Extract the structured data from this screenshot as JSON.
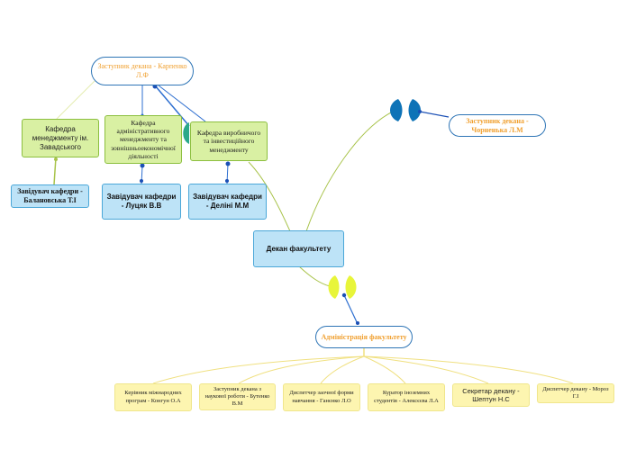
{
  "nodes": {
    "dean": "Декан факультету",
    "deputy_karpenko": "Заступник декана - Карпенко Л.Ф",
    "deputy_chornenka": "Заступник декана - Чорненька Л.М",
    "administration": "Адміністрація факультету",
    "dept_management": "Кафедра менеджменту ім. Завадського",
    "dept_admin": "Кафедра адміністративного менеджменту та зовнішньоекономічної діяльності",
    "dept_production": "Кафедра виробничого та інвестиційного менеджменту",
    "head_balanovska": "Завідувач кафедри - Балановська Т.І",
    "head_lutsiak": "Завідувач кафедри - Луцяк В.В",
    "head_delini": "Завідувач кафедри - Делiнi М.М",
    "admin_konyun": "Керівник міжнародних програм - Конгун О.А",
    "admin_butenko": "Заступник декана з наукової роботи - Бутенко В.М",
    "admin_hanenko": "Диспетчер заочної форми навчання - Ганєнко Л.О",
    "admin_aleksieieva": "Куратор іноземних студентів - Алексєєва Л.А",
    "admin_sheptun": "Секретар декану - Шептун Н.С",
    "admin_moroz": "Диспетчер декану - Мороз Г.І"
  },
  "colors": {
    "line_blue": "#2e6fd0",
    "line_olive": "#a8c34a",
    "line_yellow": "#f0e080",
    "bow_blue": "#0e73b7",
    "bow_yellow": "#e8f53a",
    "bow_teal": "#2aa88a"
  }
}
